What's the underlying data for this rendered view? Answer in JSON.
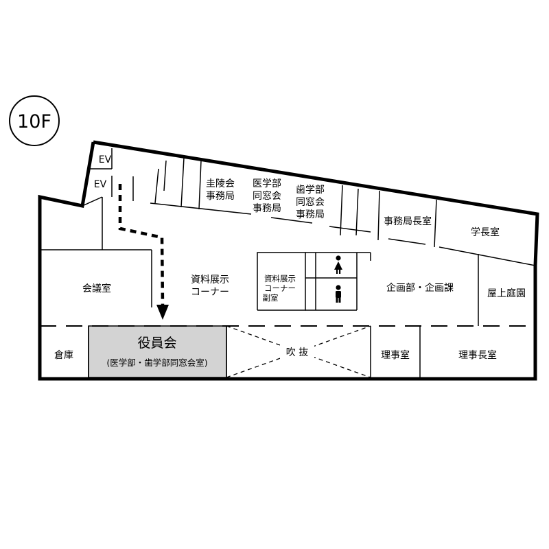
{
  "floor": {
    "label": "10F"
  },
  "rooms": {
    "ev_upper": "EV",
    "ev_lower": "EV",
    "keiryokai": [
      "圭陵会",
      "事務局"
    ],
    "med_alumni": [
      "医学部",
      "同窓会",
      "事務局"
    ],
    "dent_alumni": [
      "歯学部",
      "同窓会",
      "事務局"
    ],
    "secretariat_chief": "事務局長室",
    "dean": "学長室",
    "meeting": "会議室",
    "exhibit_corner": [
      "資料展示",
      "コーナー"
    ],
    "exhibit_annex": [
      "資料展示",
      "コーナー",
      "副室"
    ],
    "planning": "企画部・企画課",
    "rooftop_garden": "屋上庭園",
    "storage": "倉庫",
    "atrium": "吹 抜",
    "director": "理事室",
    "chief_director": "理事長室"
  },
  "highlight": {
    "title": "役員会",
    "subtitle": "(医学部・歯学部同窓会室)",
    "fill": "#d3d3d3"
  },
  "route": {
    "style": "dashed-arrow",
    "color": "#000000"
  },
  "restrooms": {
    "icons": [
      "female-restroom-icon",
      "male-restroom-icon"
    ]
  }
}
